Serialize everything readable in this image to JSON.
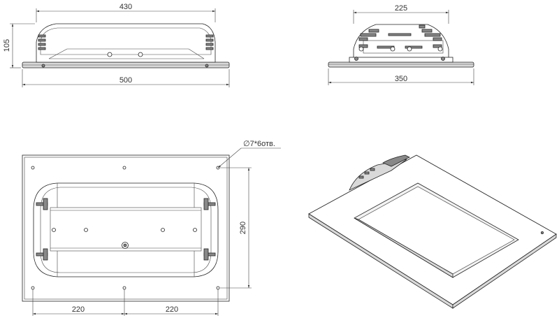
{
  "front_view": {
    "width_top": "430",
    "height": "105",
    "width_bottom": "500"
  },
  "side_view": {
    "width_top": "225",
    "width_bottom": "350"
  },
  "top_view": {
    "hole_note": "∅7*6отв.",
    "height": "290",
    "spacing_left": "220",
    "spacing_right": "220"
  }
}
